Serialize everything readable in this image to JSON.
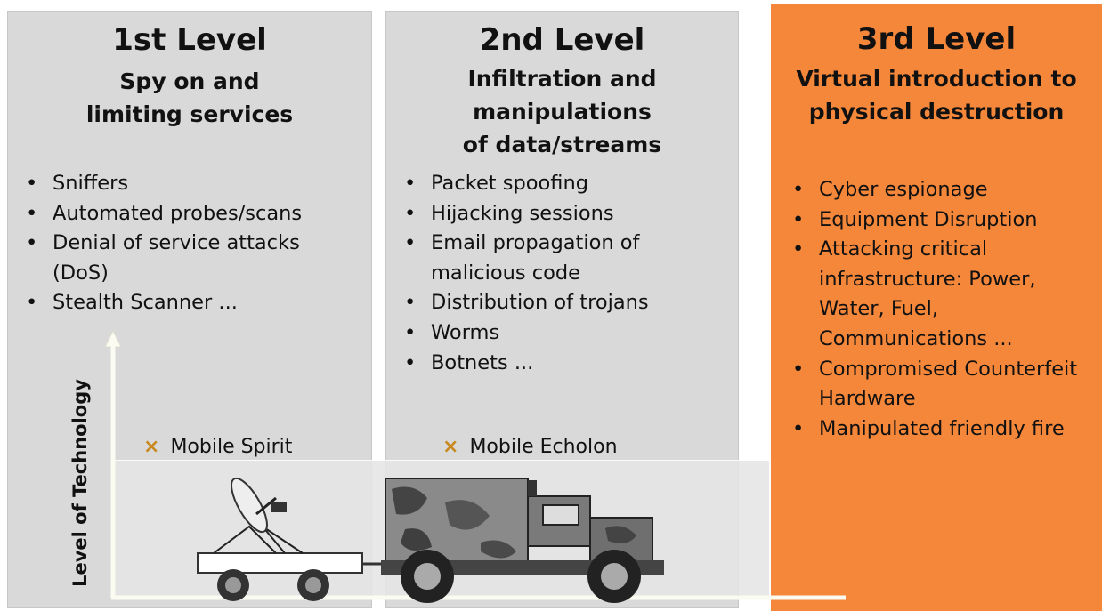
{
  "levels": [
    {
      "title": "1st Level",
      "subtitle": "Spy on and\nlimiting services",
      "items": [
        "Sniffers",
        "Automated probes/scans",
        "Denial of service attacks\n(DoS)",
        "Stealth Scanner ..."
      ],
      "system": "Mobile Spirit"
    },
    {
      "title": "2nd Level",
      "subtitle": "Infiltration and\nmanipulations\nof data/streams",
      "items": [
        "Packet spoofing",
        "Hijacking sessions",
        "Email propagation of\nmalicious code",
        "Distribution of trojans",
        "Worms",
        "Botnets ..."
      ],
      "system": "Mobile Echolon"
    },
    {
      "title": "3rd Level",
      "subtitle": "Virtual introduction to\nphysical destruction",
      "items": [
        "Cyber espionage",
        "Equipment Disruption",
        "Attacking critical\ninfrastructure: Power,\nWater, Fuel,\nCommunications ...",
        "Compromised Counterfeit\nHardware",
        "Manipulated friendly fire"
      ]
    }
  ],
  "axis": {
    "label": "Level of Technology"
  },
  "marker_symbol": "×",
  "colors": {
    "panel_gray": "#d9d9d9",
    "panel_orange": "#f5873a",
    "marker": "#c8881e"
  }
}
